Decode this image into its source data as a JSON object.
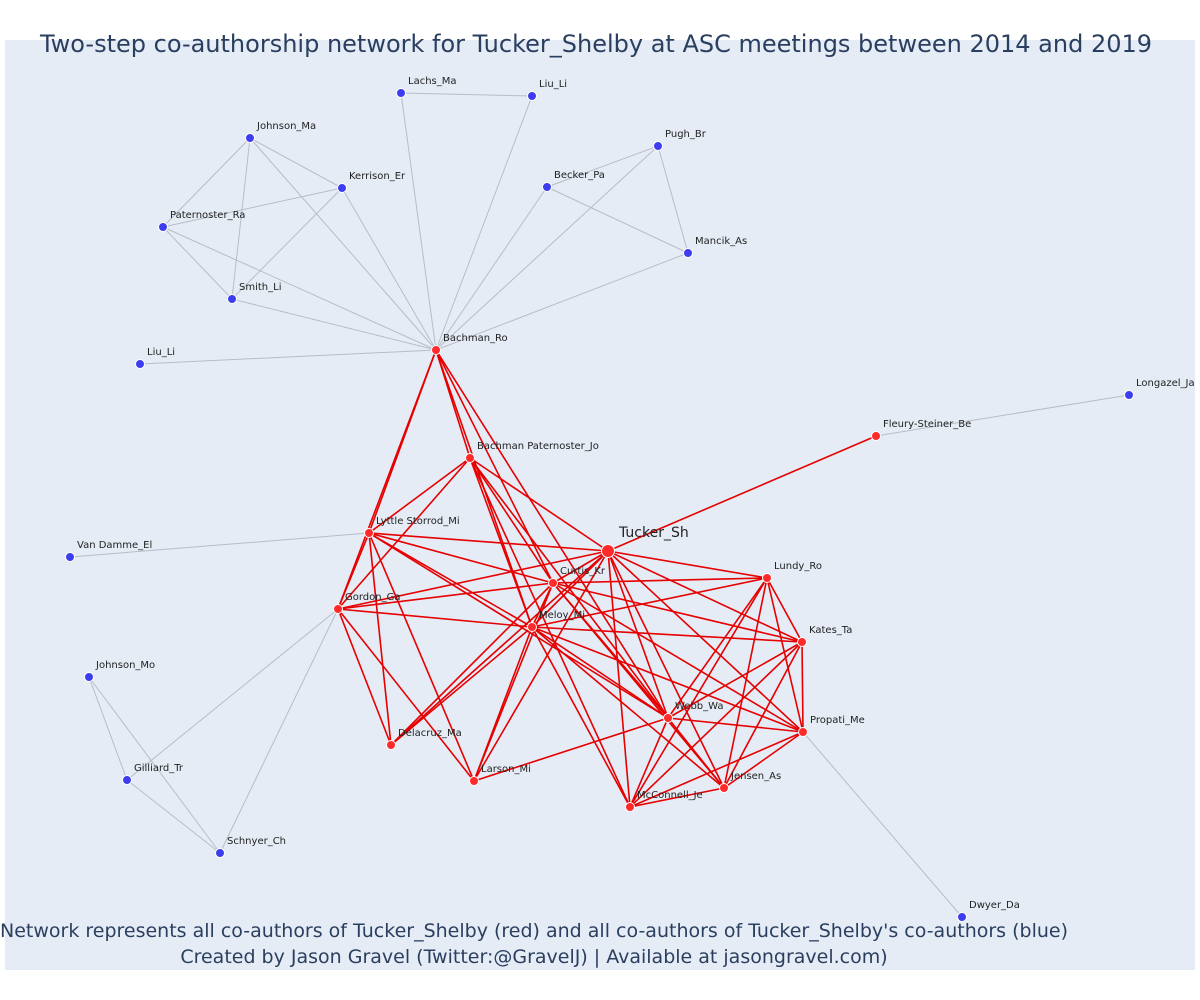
{
  "title": "Two-step co-authorship network for Tucker_Shelby at ASC meetings between 2014 and 2019",
  "caption": {
    "line1": "Network represents all co-authors of Tucker_Shelby (red) and all co-authors of Tucker_Shelby's co-authors (blue)",
    "line2": "Created by Jason Gravel (Twitter:@GravelJ) | Available at jasongravel.com)"
  },
  "colors": {
    "background": "#e5ecf6",
    "red_node": "#ff2a2a",
    "blue_node": "#3d3def",
    "red_edge": "#e60000",
    "grey_edge": "#b9bcc6"
  },
  "nodes": [
    {
      "id": "tucker",
      "label": "Tucker_Sh",
      "group": "focal"
    },
    {
      "id": "bachman",
      "label": "Bachman_Ro",
      "group": "red"
    },
    {
      "id": "bachman_pat",
      "label": "Bachman Paternoster_Jo",
      "group": "red"
    },
    {
      "id": "lyttle",
      "label": "Lyttle Storrod_Mi",
      "group": "red"
    },
    {
      "id": "gordon",
      "label": "Gordon_Ga",
      "group": "red"
    },
    {
      "id": "curtis",
      "label": "Curtis_Kr",
      "group": "red"
    },
    {
      "id": "meloy",
      "label": "Meloy_Mi",
      "group": "red"
    },
    {
      "id": "lundy",
      "label": "Lundy_Ro",
      "group": "red"
    },
    {
      "id": "kates",
      "label": "Kates_Ta",
      "group": "red"
    },
    {
      "id": "propati",
      "label": "Propati_Me",
      "group": "red"
    },
    {
      "id": "webb",
      "label": "Webb_Wa",
      "group": "red"
    },
    {
      "id": "jensen",
      "label": "Jensen_As",
      "group": "red"
    },
    {
      "id": "mcconnell",
      "label": "McConnell_Je",
      "group": "red"
    },
    {
      "id": "larson",
      "label": "Larson_Mi",
      "group": "red"
    },
    {
      "id": "delacruz",
      "label": "Delacruz_Ma",
      "group": "red"
    },
    {
      "id": "fleury",
      "label": "Fleury-Steiner_Be",
      "group": "red"
    },
    {
      "id": "lachs",
      "label": "Lachs_Ma",
      "group": "blue"
    },
    {
      "id": "liu1",
      "label": "Liu_Li",
      "group": "blue"
    },
    {
      "id": "johnson_ma",
      "label": "Johnson_Ma",
      "group": "blue"
    },
    {
      "id": "kerrison",
      "label": "Kerrison_Er",
      "group": "blue"
    },
    {
      "id": "paternoster",
      "label": "Paternoster_Ra",
      "group": "blue"
    },
    {
      "id": "smith",
      "label": "Smith_Li",
      "group": "blue"
    },
    {
      "id": "liu2",
      "label": "Liu_Li",
      "group": "blue"
    },
    {
      "id": "pugh",
      "label": "Pugh_Br",
      "group": "blue"
    },
    {
      "id": "becker",
      "label": "Becker_Pa",
      "group": "blue"
    },
    {
      "id": "mancik",
      "label": "Mancik_As",
      "group": "blue"
    },
    {
      "id": "longazel",
      "label": "Longazel_Ja",
      "group": "blue"
    },
    {
      "id": "vandamme",
      "label": "Van Damme_El",
      "group": "blue"
    },
    {
      "id": "johnson_mo",
      "label": "Johnson_Mo",
      "group": "blue"
    },
    {
      "id": "gilliard",
      "label": "Gilliard_Tr",
      "group": "blue"
    },
    {
      "id": "schnyer",
      "label": "Schnyer_Ch",
      "group": "blue"
    },
    {
      "id": "dwyer",
      "label": "Dwyer_Da",
      "group": "blue"
    }
  ],
  "edges": [
    [
      "tucker",
      "fleury"
    ],
    [
      "tucker",
      "bachman_pat"
    ],
    [
      "tucker",
      "lyttle"
    ],
    [
      "tucker",
      "curtis"
    ],
    [
      "tucker",
      "meloy"
    ],
    [
      "tucker",
      "lundy"
    ],
    [
      "tucker",
      "kates"
    ],
    [
      "tucker",
      "propati"
    ],
    [
      "tucker",
      "webb"
    ],
    [
      "tucker",
      "jensen"
    ],
    [
      "tucker",
      "mcconnell"
    ],
    [
      "tucker",
      "gordon"
    ],
    [
      "tucker",
      "larson"
    ],
    [
      "tucker",
      "delacruz"
    ],
    [
      "bachman",
      "bachman_pat"
    ],
    [
      "bachman",
      "lyttle"
    ],
    [
      "bachman",
      "gordon"
    ],
    [
      "bachman",
      "curtis"
    ],
    [
      "bachman",
      "meloy"
    ],
    [
      "bachman",
      "webb"
    ],
    [
      "bachman_pat",
      "lyttle"
    ],
    [
      "bachman_pat",
      "gordon"
    ],
    [
      "bachman_pat",
      "curtis"
    ],
    [
      "bachman_pat",
      "meloy"
    ],
    [
      "bachman_pat",
      "webb"
    ],
    [
      "bachman_pat",
      "mcconnell"
    ],
    [
      "lyttle",
      "gordon"
    ],
    [
      "lyttle",
      "curtis"
    ],
    [
      "lyttle",
      "meloy"
    ],
    [
      "lyttle",
      "delacruz"
    ],
    [
      "lyttle",
      "larson"
    ],
    [
      "lyttle",
      "webb"
    ],
    [
      "gordon",
      "curtis"
    ],
    [
      "gordon",
      "meloy"
    ],
    [
      "gordon",
      "delacruz"
    ],
    [
      "gordon",
      "larson"
    ],
    [
      "curtis",
      "meloy"
    ],
    [
      "curtis",
      "lundy"
    ],
    [
      "curtis",
      "kates"
    ],
    [
      "curtis",
      "webb"
    ],
    [
      "curtis",
      "delacruz"
    ],
    [
      "curtis",
      "larson"
    ],
    [
      "curtis",
      "jensen"
    ],
    [
      "curtis",
      "propati"
    ],
    [
      "meloy",
      "lundy"
    ],
    [
      "meloy",
      "kates"
    ],
    [
      "meloy",
      "propati"
    ],
    [
      "meloy",
      "webb"
    ],
    [
      "meloy",
      "jensen"
    ],
    [
      "meloy",
      "mcconnell"
    ],
    [
      "meloy",
      "larson"
    ],
    [
      "meloy",
      "delacruz"
    ],
    [
      "lundy",
      "kates"
    ],
    [
      "lundy",
      "propati"
    ],
    [
      "lundy",
      "webb"
    ],
    [
      "lundy",
      "jensen"
    ],
    [
      "lundy",
      "mcconnell"
    ],
    [
      "kates",
      "propati"
    ],
    [
      "kates",
      "webb"
    ],
    [
      "kates",
      "jensen"
    ],
    [
      "kates",
      "mcconnell"
    ],
    [
      "propati",
      "webb"
    ],
    [
      "propati",
      "jensen"
    ],
    [
      "propati",
      "mcconnell"
    ],
    [
      "webb",
      "jensen"
    ],
    [
      "webb",
      "mcconnell"
    ],
    [
      "webb",
      "larson"
    ],
    [
      "jensen",
      "mcconnell"
    ],
    [
      "bachman",
      "lachs"
    ],
    [
      "bachman",
      "liu1"
    ],
    [
      "bachman",
      "johnson_ma"
    ],
    [
      "bachman",
      "kerrison"
    ],
    [
      "bachman",
      "paternoster"
    ],
    [
      "bachman",
      "smith"
    ],
    [
      "bachman",
      "liu2"
    ],
    [
      "bachman",
      "pugh"
    ],
    [
      "bachman",
      "becker"
    ],
    [
      "bachman",
      "mancik"
    ],
    [
      "lachs",
      "liu1"
    ],
    [
      "johnson_ma",
      "kerrison"
    ],
    [
      "johnson_ma",
      "paternoster"
    ],
    [
      "johnson_ma",
      "smith"
    ],
    [
      "kerrison",
      "paternoster"
    ],
    [
      "kerrison",
      "smith"
    ],
    [
      "paternoster",
      "smith"
    ],
    [
      "pugh",
      "becker"
    ],
    [
      "pugh",
      "mancik"
    ],
    [
      "becker",
      "mancik"
    ],
    [
      "fleury",
      "longazel"
    ],
    [
      "lyttle",
      "vandamme"
    ],
    [
      "gordon",
      "gilliard"
    ],
    [
      "gordon",
      "schnyer"
    ],
    [
      "johnson_mo",
      "gilliard"
    ],
    [
      "johnson_mo",
      "schnyer"
    ],
    [
      "gilliard",
      "schnyer"
    ],
    [
      "propati",
      "dwyer"
    ]
  ]
}
